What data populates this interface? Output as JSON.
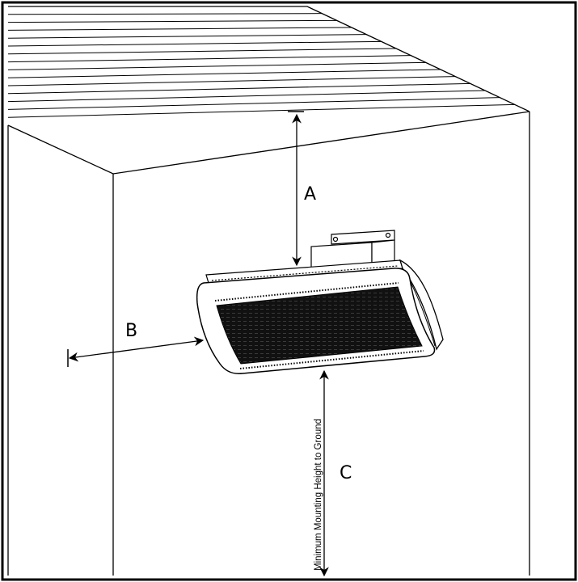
{
  "labels": {
    "a": "A",
    "b": "B",
    "c": "C",
    "min_height": "Minimum Mounting Height to Ground"
  },
  "colors": {
    "line": "#000000",
    "background": "#ffffff",
    "grille": "#111111"
  }
}
